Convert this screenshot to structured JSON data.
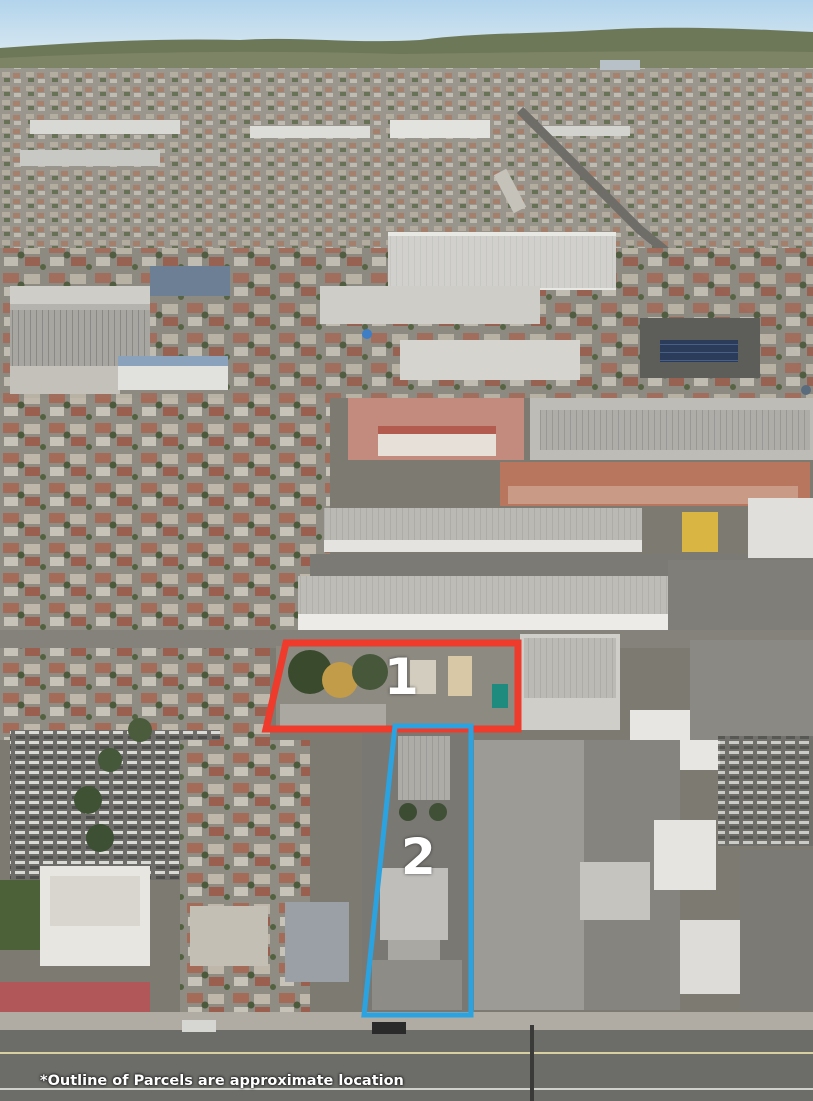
{
  "parcels": [
    {
      "label": "1",
      "outline_color": "#ef3b2c"
    },
    {
      "label": "2",
      "outline_color": "#2aa3e0"
    }
  ],
  "footnote": "*Outline of Parcels are approximate location",
  "icons": [
    "info-marker-icon",
    "location-marker-icon"
  ],
  "colors": {
    "sky": "#bfdcef",
    "mountains": "#6f7b59",
    "rooftops": "#c9c6bd",
    "pavement": "#8a877f",
    "highway": "#6c6c69",
    "label_text": "#ffffff"
  }
}
